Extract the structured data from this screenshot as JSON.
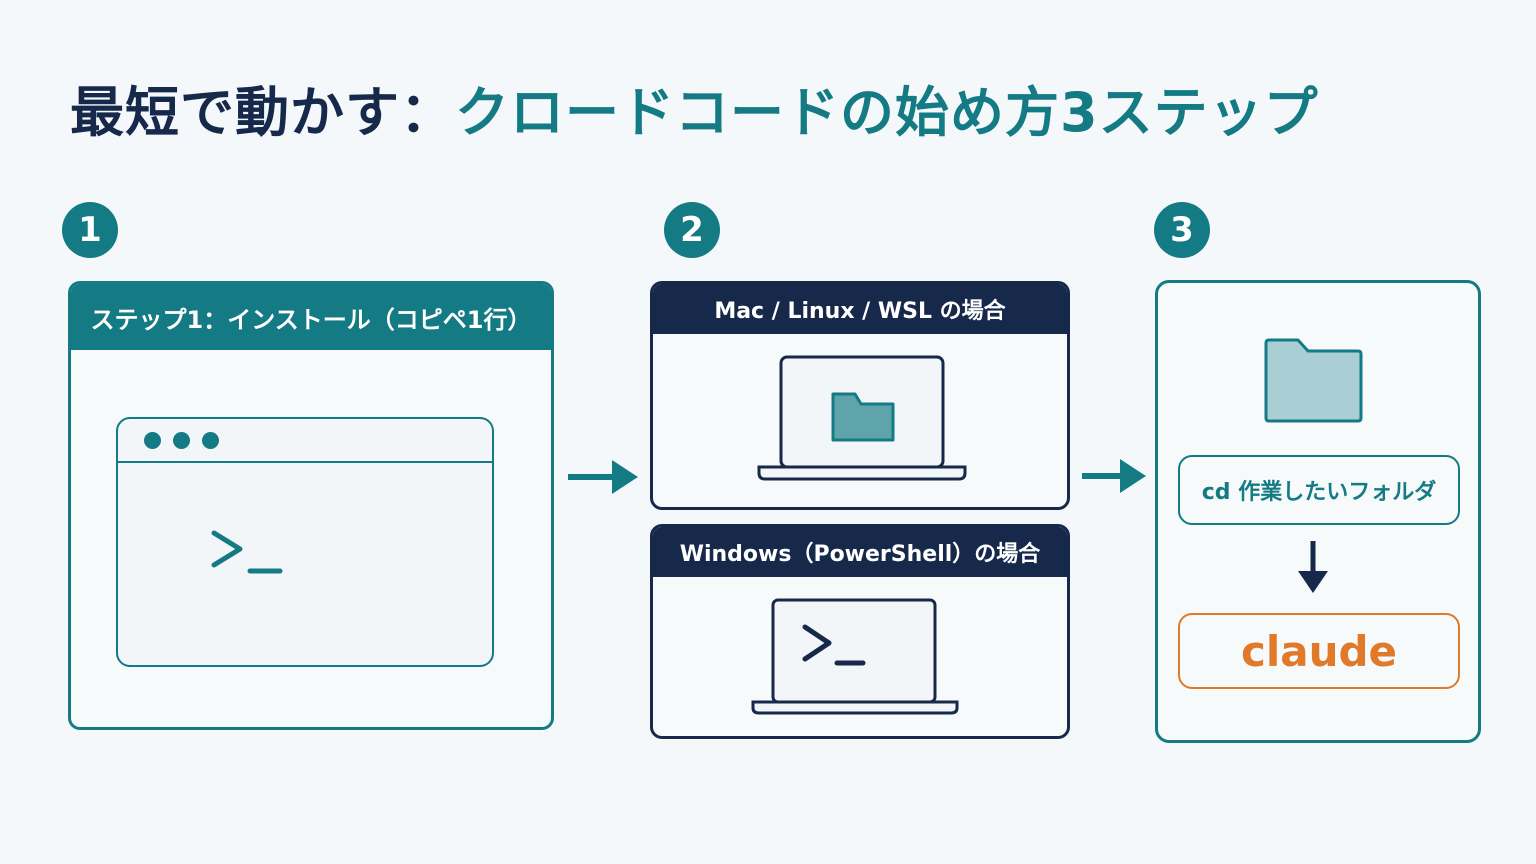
{
  "title": {
    "dark_part": "最短で動かす：",
    "accent_part": "クロードコードの始め方3ステップ"
  },
  "steps": [
    {
      "number": "1",
      "header": "ステップ1：インストール（コピペ1行）"
    },
    {
      "number": "2",
      "mac_header": "Mac / Linux / WSL の場合",
      "win_header": "Windows（PowerShell）の場合"
    },
    {
      "number": "3",
      "cd_command": "cd 作業したいフォルダ",
      "run_command": "claude"
    }
  ],
  "icons": {
    "terminal_prompt": "terminal-prompt-icon",
    "folder": "folder-icon",
    "laptop": "laptop-icon",
    "arrow_right": "arrow-right-icon",
    "arrow_down": "arrow-down-icon"
  },
  "colors": {
    "navy": "#16294a",
    "teal": "#147a84",
    "orange": "#e0792a",
    "background": "#f5f8fa"
  }
}
